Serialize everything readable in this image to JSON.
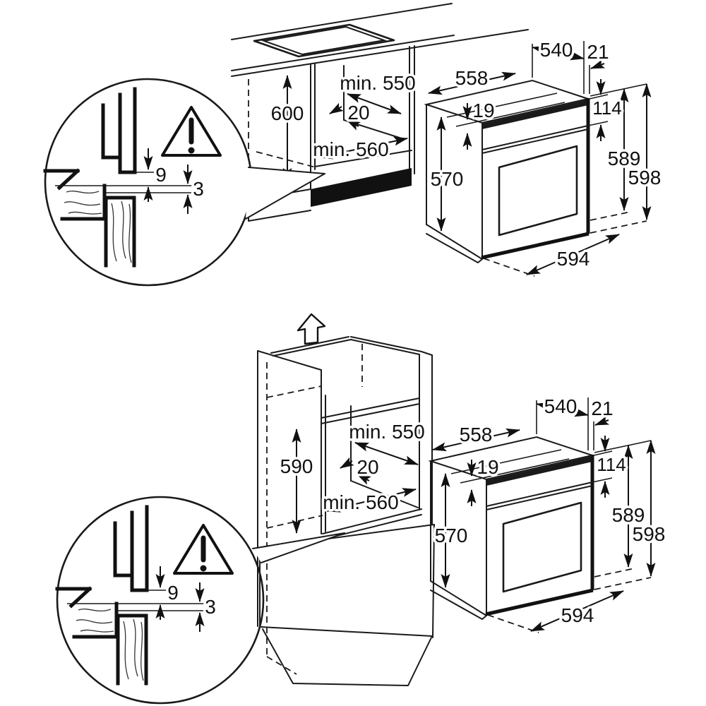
{
  "top_diagram": {
    "cabinet": {
      "niche_height": "600",
      "niche_depth": "min. 550",
      "rear_gap": "20",
      "niche_width": "min. 560"
    },
    "oven": {
      "body_depth": "540",
      "door_protrusion": "21",
      "body_width": "558",
      "top_overlap": "19",
      "control_panel_height": "114",
      "body_height": "570",
      "overall_height_body": "589",
      "front_height": "598",
      "front_width": "594"
    },
    "detail": {
      "trim_overlap": "9",
      "door_gap": "3"
    }
  },
  "bottom_diagram": {
    "cabinet": {
      "niche_height": "590",
      "niche_depth": "min. 550",
      "rear_gap": "20",
      "niche_width": "min. 560"
    },
    "oven": {
      "body_depth": "540",
      "door_protrusion": "21",
      "body_width": "558",
      "top_overlap": "19",
      "control_panel_height": "114",
      "body_height": "570",
      "overall_height_body": "589",
      "front_height": "598",
      "front_width": "594"
    },
    "detail": {
      "trim_overlap": "9",
      "door_gap": "3"
    }
  }
}
